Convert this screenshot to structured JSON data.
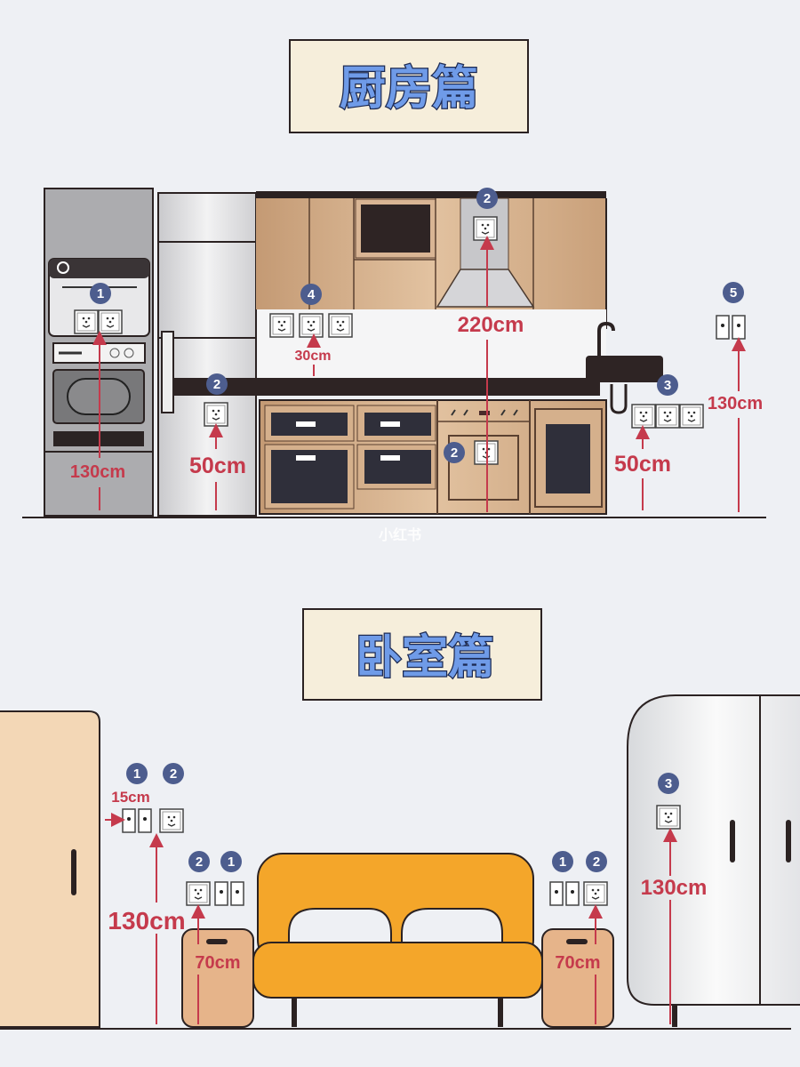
{
  "sections": {
    "kitchen": {
      "title": "厨房篇",
      "badges": [
        "1",
        "2",
        "4",
        "2",
        "2",
        "3",
        "5"
      ],
      "measurements": {
        "tall_cabinet": "130cm",
        "fridge": "50cm",
        "backsplash": "30cm",
        "hood": "220cm",
        "under_sink": "50cm",
        "right_wall": "130cm"
      }
    },
    "bedroom": {
      "title": "卧室篇",
      "badges": [
        "1",
        "2",
        "2",
        "1",
        "1",
        "2",
        "3"
      ],
      "measurements": {
        "switch_offset": "15cm",
        "left_wall": "130cm",
        "left_nightstand": "70cm",
        "right_nightstand": "70cm",
        "wardrobe": "130cm"
      }
    }
  },
  "watermark": "小红书",
  "colors": {
    "background": "#eef0f4",
    "title_box": "#f6eedb",
    "title_text": "#6f9be8",
    "measure_red": "#c53a4c",
    "badge": "#4d5d8e",
    "bed": "#f4a62a"
  }
}
